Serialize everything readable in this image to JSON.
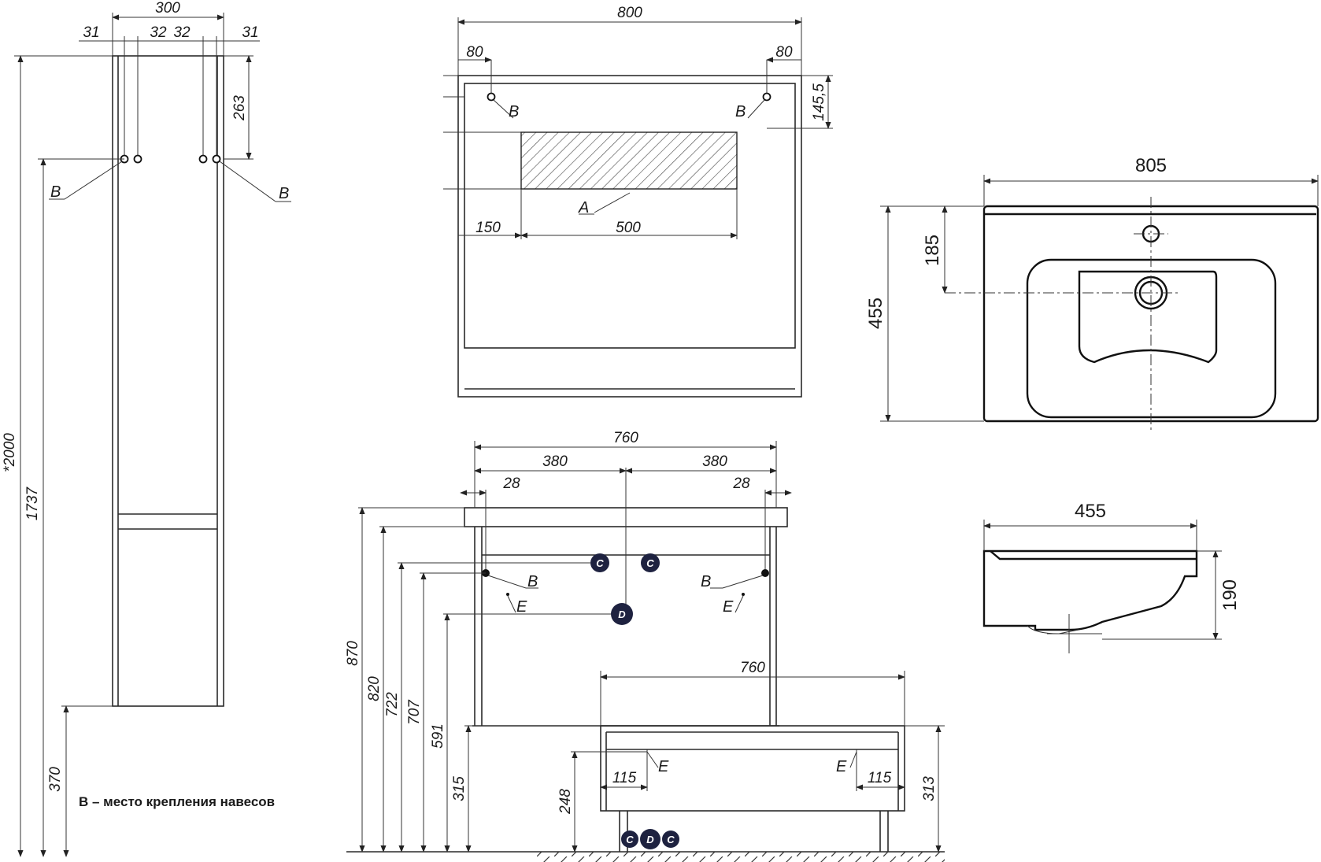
{
  "cabinet": {
    "dim_total_width": "300",
    "dim_left": "31",
    "dim_mid_left": "32",
    "dim_mid_right": "32",
    "dim_right": "31",
    "dim_hook_top": "263",
    "dim_height": "*2000",
    "dim_hook_height": "1737",
    "dim_leg": "370",
    "label_b_left": "B",
    "label_b_right": "B",
    "legend_note": "B – место крепления навесов"
  },
  "back_view": {
    "dim_width": "800",
    "dim_left_offset": "80",
    "dim_right_offset": "80",
    "dim_hook_drop": "145,5",
    "dim_zone_left": "150",
    "dim_zone_width": "500",
    "label_b_left": "B",
    "label_b_right": "B",
    "label_a": "A"
  },
  "basin_top": {
    "dim_width": "805",
    "dim_depth": "455",
    "dim_drain": "185"
  },
  "basin_side": {
    "dim_depth": "455",
    "dim_height": "190"
  },
  "front_view": {
    "dim_top_width": "760",
    "dim_half_left": "380",
    "dim_half_right": "380",
    "dim_edge_left": "28",
    "dim_edge_right": "28",
    "dim_870": "870",
    "dim_820": "820",
    "dim_722": "722",
    "dim_707": "707",
    "dim_591": "591",
    "dim_315": "315",
    "label_b_left": "B",
    "label_b_right": "B",
    "label_e_left": "E",
    "label_e_right": "E",
    "mark_c": "C",
    "mark_d": "D"
  },
  "lower_view": {
    "dim_width": "760",
    "dim_115_left": "115",
    "dim_115_right": "115",
    "dim_248": "248",
    "dim_313": "313",
    "label_e_left": "E",
    "label_e_right": "E",
    "mark_c": "C",
    "mark_d": "D"
  }
}
